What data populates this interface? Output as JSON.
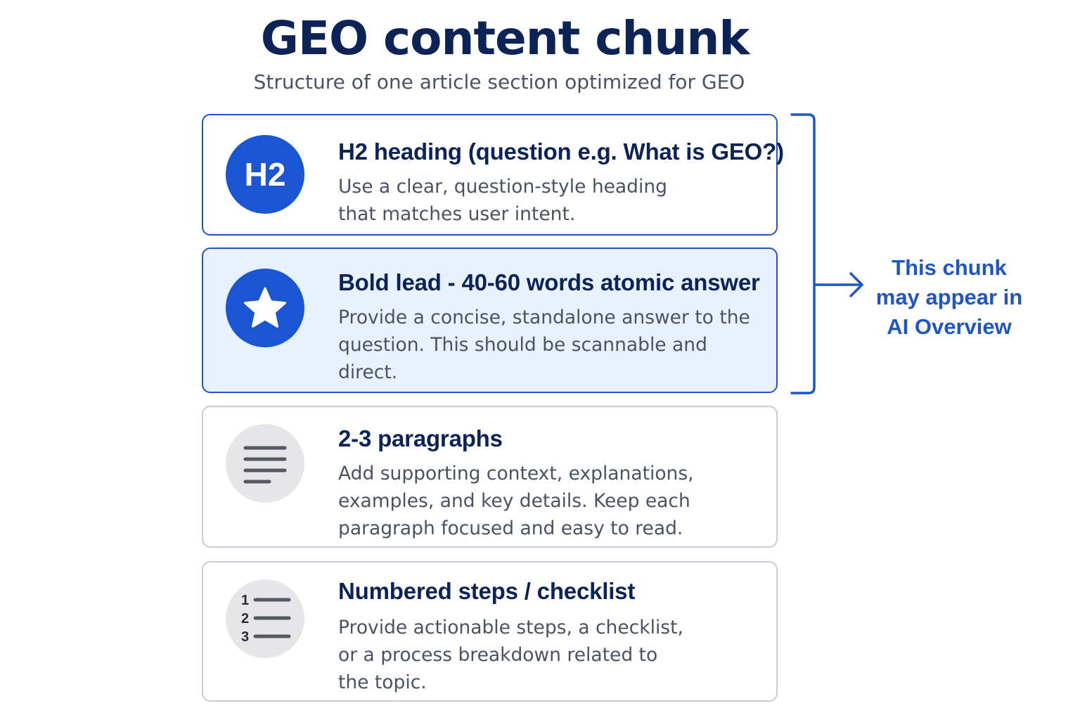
{
  "title": "GEO content chunk",
  "subtitle": "Structure of one article section optimized for GEO",
  "cards": [
    {
      "icon": "H2",
      "icon_name": "h2-badge-icon",
      "title": "H2 heading (question e.g. What is GEO?)",
      "desc_lines": [
        "Use a clear, question-style heading",
        "that matches user intent."
      ]
    },
    {
      "icon": "star-icon",
      "title": "Bold lead - 40-60 words atomic answer",
      "desc_lines": [
        "Provide a concise, standalone answer to the",
        "question. This should be scannable and",
        "direct."
      ]
    },
    {
      "icon": "paragraph-lines-icon",
      "title": "2-3 paragraphs",
      "desc_lines": [
        "Add supporting context, explanations,",
        "examples, and key details. Keep each",
        "paragraph focused and easy to read."
      ]
    },
    {
      "icon": "numbered-list-icon",
      "icon_numbers": [
        "1",
        "2",
        "3"
      ],
      "title": "Numbered steps / checklist",
      "desc_lines": [
        "Provide actionable steps, a checklist,",
        "or a process breakdown related to",
        "the topic."
      ]
    }
  ],
  "callout_lines": [
    "This chunk",
    "may appear in",
    "AI Overview"
  ],
  "colors": {
    "accent": "#1e55c7",
    "title": "#0b2356",
    "highlight_bg": "#e8f1ff",
    "grey_border": "#c9ccd2"
  }
}
